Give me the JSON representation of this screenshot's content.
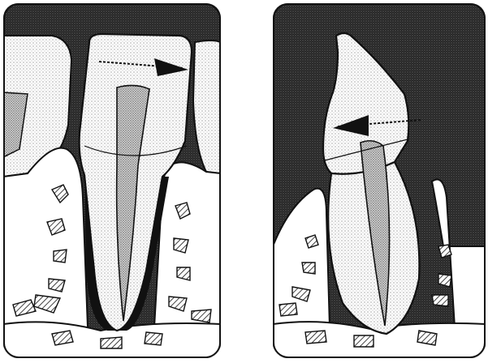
{
  "figure": {
    "panels": [
      {
        "id": "left",
        "subject": "tooth-in-socket",
        "arrow_direction": "right"
      },
      {
        "id": "right",
        "subject": "displaced-tooth",
        "arrow_direction": "left"
      }
    ]
  },
  "colors": {
    "ink": "#111111",
    "background_dark": "#1a1a1a",
    "paper": "#ffffff",
    "stipple_light": "#d6d6d6",
    "stipple_mid": "#a8a8a8"
  }
}
